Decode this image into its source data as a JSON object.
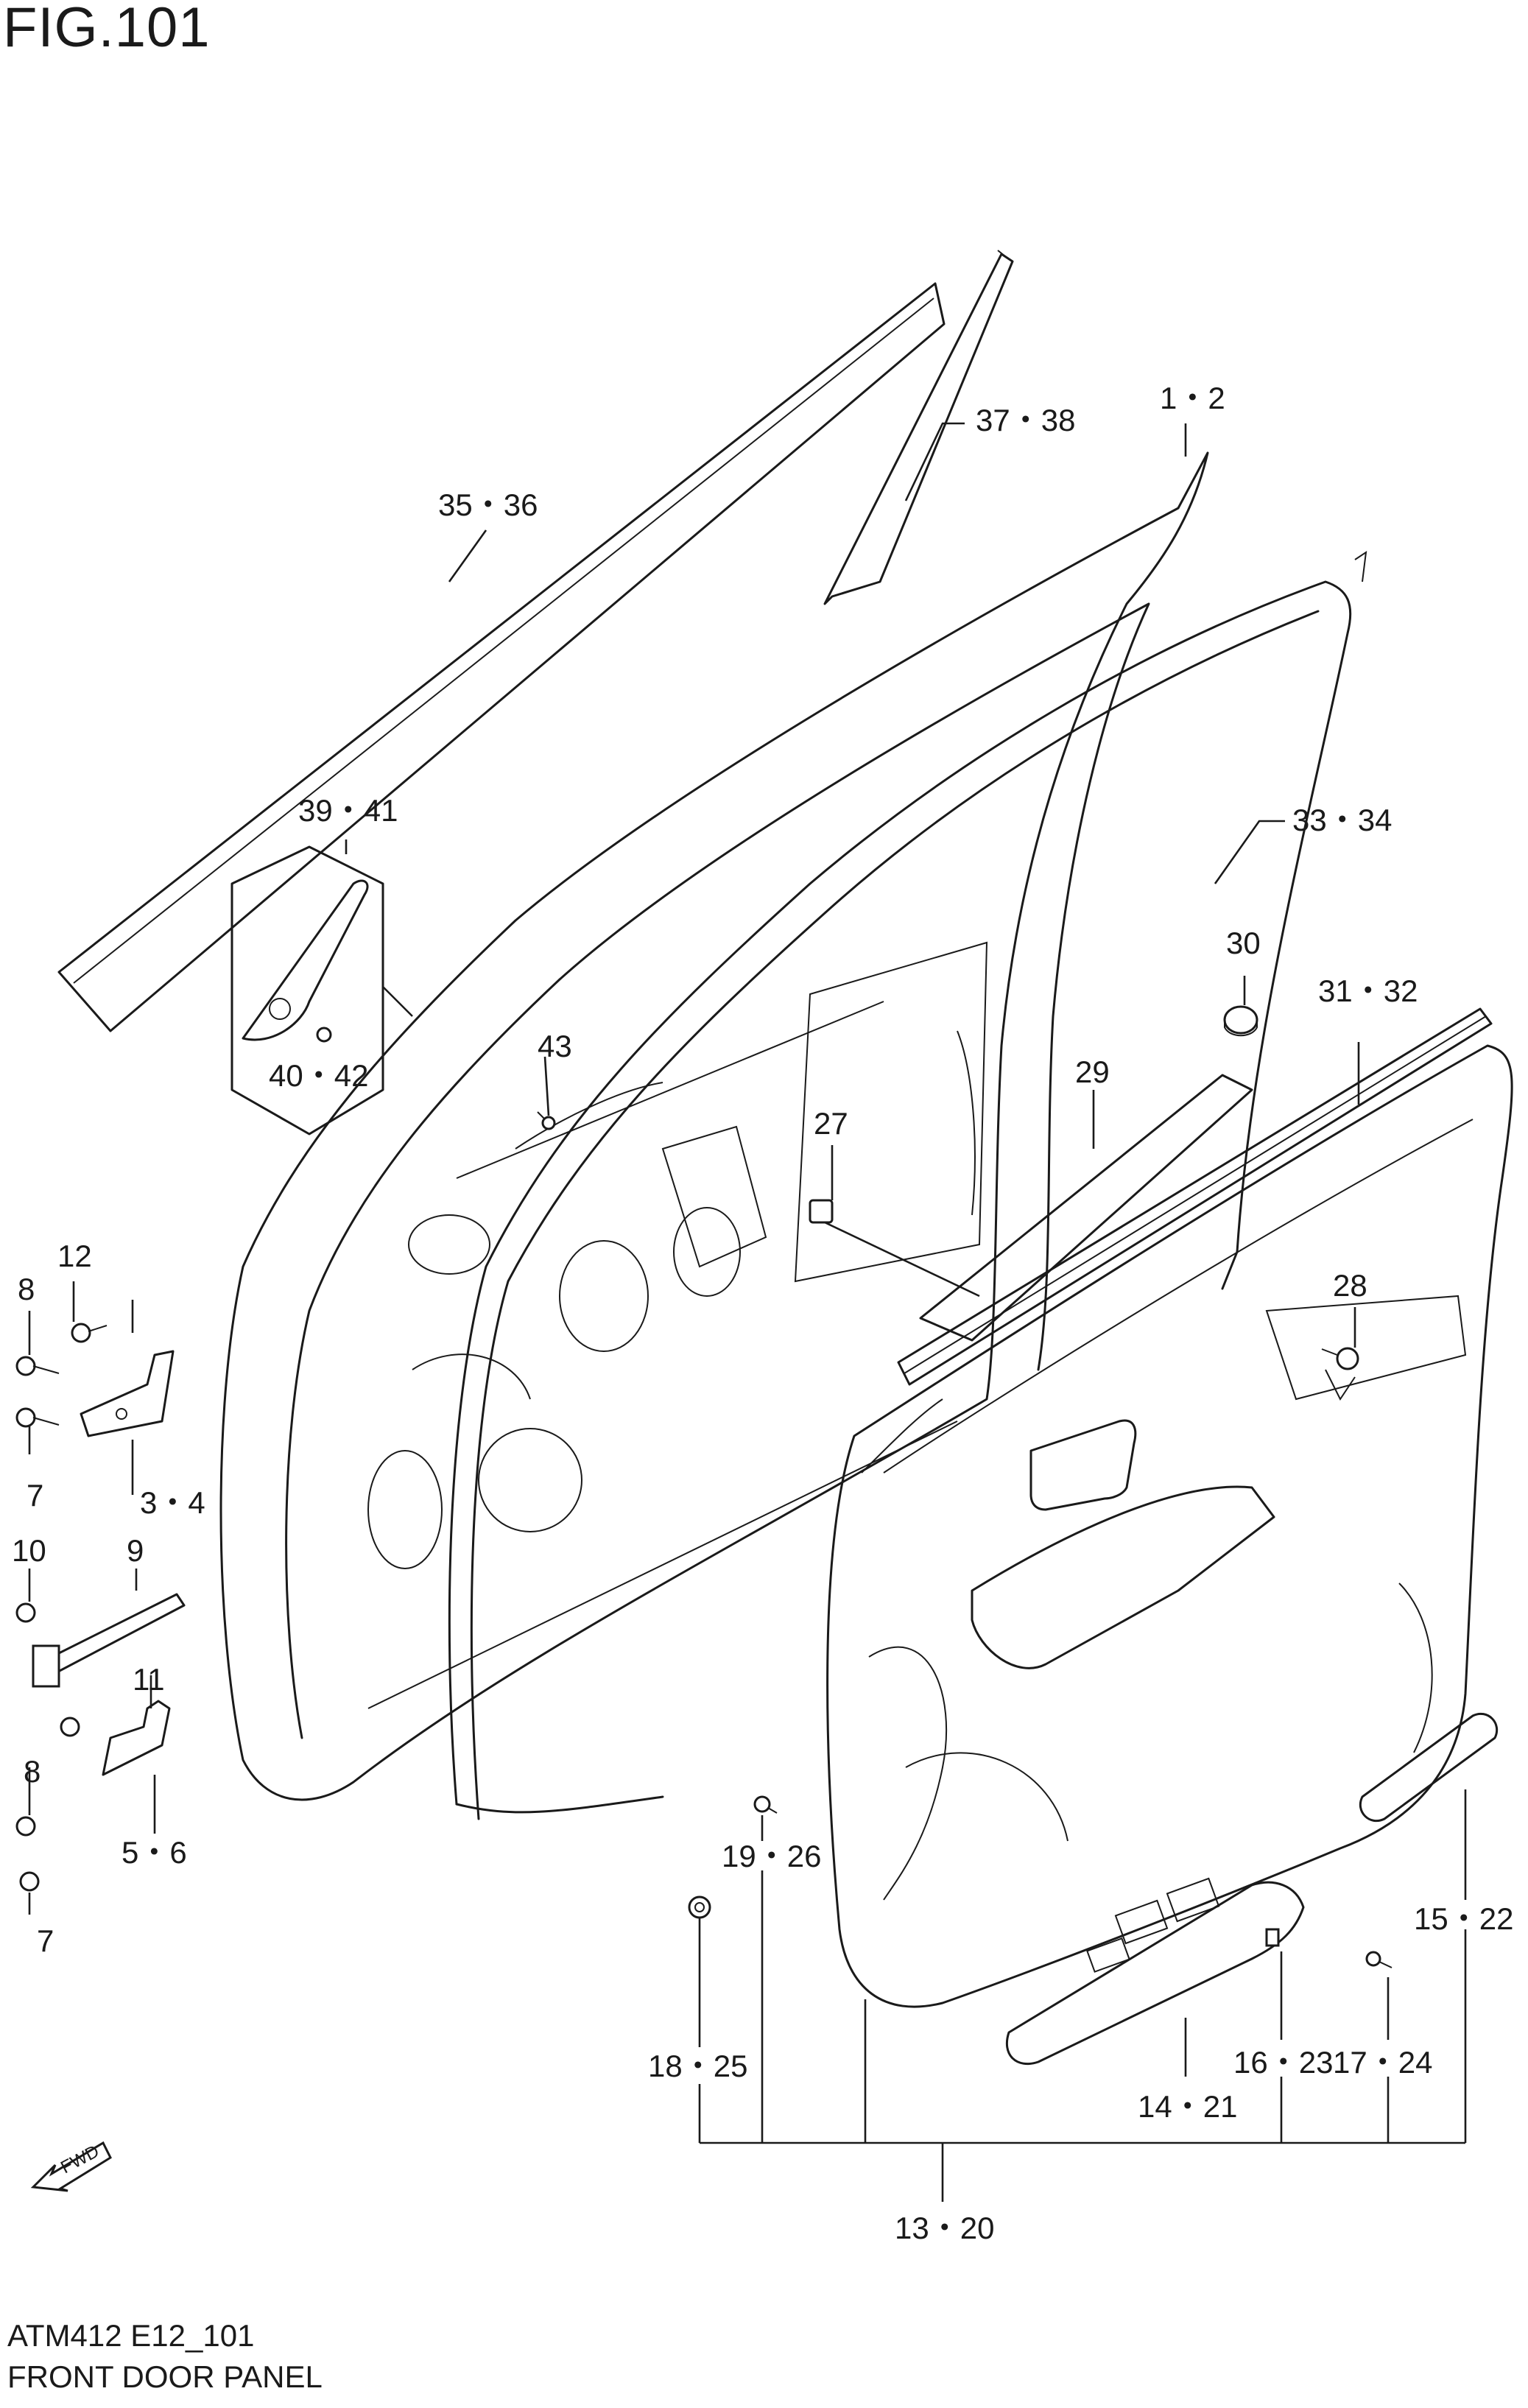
{
  "figure": {
    "title": "FIG.101",
    "code": "ATM412 E12_101",
    "name": "FRONT DOOR PANEL",
    "fwd_label": "FWD"
  },
  "callouts": {
    "c_1_2": "1・2",
    "c_3_4": "3・4",
    "c_5_6": "5・6",
    "c_7a": "7",
    "c_7b": "7",
    "c_8a": "8",
    "c_8b": "8",
    "c_9": "9",
    "c_10": "10",
    "c_11": "11",
    "c_12": "12",
    "c_13_20": "13・20",
    "c_14_21": "14・21",
    "c_15_22": "15・22",
    "c_16_23": "16・23",
    "c_17_24": "17・24",
    "c_18_25": "18・25",
    "c_19_26": "19・26",
    "c_27": "27",
    "c_28": "28",
    "c_29": "29",
    "c_30": "30",
    "c_31_32": "31・32",
    "c_33_34": "33・34",
    "c_35_36": "35・36",
    "c_37_38": "37・38",
    "c_39_41": "39・41",
    "c_40_42": "40・42",
    "c_43": "43"
  }
}
